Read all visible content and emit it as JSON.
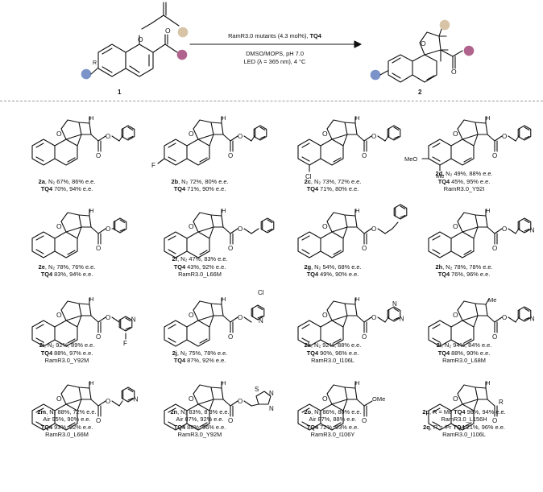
{
  "scheme": {
    "start_number": "1",
    "product_number": "2",
    "condition_line1_prefix": "RamR3.0 mutants (4.3 mol%), ",
    "condition_line1_bold": "TQ4",
    "condition_line2": "DMSO/MOPS, pH 7.0",
    "condition_line3": "LED (λ = 365 nm), 4 °C",
    "colors": {
      "naphthyl": "#7b93c9",
      "ketone": "#b0638c",
      "alkene": "#d7c4a6"
    }
  },
  "atoms": {
    "H": "H",
    "O": "O",
    "F": "F",
    "Cl": "Cl",
    "MeO": "MeO",
    "Me": "Me",
    "N": "N",
    "S": "S",
    "OMe": "OMe",
    "R": "R"
  },
  "compounds": [
    {
      "id": "2a",
      "lines": [
        {
          "code": "2a",
          "text": ", N₂ 67%, 86% e.e."
        },
        {
          "code": "TQ4",
          "text": " 70%, 94% e.e."
        }
      ]
    },
    {
      "id": "2b",
      "lines": [
        {
          "code": "2b",
          "text": ", N₂ 72%, 80% e.e."
        },
        {
          "code": "TQ4",
          "text": " 71%, 90% e.e."
        }
      ]
    },
    {
      "id": "2c",
      "lines": [
        {
          "code": "2c",
          "text": ", N₂ 73%, 72% e.e."
        },
        {
          "code": "TQ4",
          "text": " 71%, 80% e.e."
        }
      ]
    },
    {
      "id": "2d",
      "lines": [
        {
          "code": "2d",
          "text": ", N₂ 49%, 88% e.e."
        },
        {
          "code": "TQ4",
          "text": " 45%, 95% e.e."
        },
        {
          "code": "",
          "text": "RamR3.0_Y92I"
        }
      ]
    },
    {
      "id": "2e",
      "lines": [
        {
          "code": "2e",
          "text": ", N₂ 78%, 76% e.e."
        },
        {
          "code": "TQ4",
          "text": " 83%, 94% e.e."
        }
      ]
    },
    {
      "id": "2f",
      "lines": [
        {
          "code": "2f",
          "text": ", N₂ 47%, 83% e.e."
        },
        {
          "code": "TQ4",
          "text": " 43%, 92% e.e."
        },
        {
          "code": "",
          "text": "RamR3.0_L66M"
        }
      ]
    },
    {
      "id": "2g",
      "lines": [
        {
          "code": "2g",
          "text": ", N₂ 54%, 68% e.e."
        },
        {
          "code": "TQ4",
          "text": " 49%, 90% e.e."
        }
      ]
    },
    {
      "id": "2h",
      "lines": [
        {
          "code": "2h",
          "text": ", N₂ 78%, 78% e.e."
        },
        {
          "code": "TQ4",
          "text": " 76%, 96% e.e."
        }
      ]
    },
    {
      "id": "2i",
      "lines": [
        {
          "code": "2i",
          "text": ", N₂ 92%, 89% e.e."
        },
        {
          "code": "TQ4",
          "text": " 88%, 97% e.e."
        },
        {
          "code": "",
          "text": "RamR3.0_Y92M"
        }
      ]
    },
    {
      "id": "2j",
      "lines": [
        {
          "code": "2j",
          "text": ", N₂ 75%, 78% e.e."
        },
        {
          "code": "TQ4",
          "text": " 87%, 92% e.e."
        }
      ]
    },
    {
      "id": "2k",
      "lines": [
        {
          "code": "2k",
          "text": ", N₂ 92%, 88% e.e."
        },
        {
          "code": "TQ4",
          "text": " 90%, 96% e.e."
        },
        {
          "code": "",
          "text": "RamR3.0_I106L"
        }
      ]
    },
    {
      "id": "2l",
      "lines": [
        {
          "code": "2l",
          "text": ", N₂ 94%, 84% e.e."
        },
        {
          "code": "TQ4",
          "text": " 88%, 90% e.e."
        },
        {
          "code": "",
          "text": "RamR3.0_L68M"
        }
      ]
    },
    {
      "id": "2m",
      "lines": [
        {
          "code": "2m",
          "text": ", N₂ 88%, 72% e.e."
        },
        {
          "code": "",
          "text": "Air 95%, 90% e.e."
        },
        {
          "code": "TQ4",
          "text": " 93%, 92% e.e."
        },
        {
          "code": "",
          "text": "RamR3.0_L66M"
        }
      ]
    },
    {
      "id": "2n",
      "lines": [
        {
          "code": "2n",
          "text": ", N₂ 83%,  8 3% e.e."
        },
        {
          "code": "",
          "text": "Air 87%, 92% e.e."
        },
        {
          "code": "TQ4",
          "text": " 88%, 96% e.e."
        },
        {
          "code": "",
          "text": "RamR3.0_Y92M"
        }
      ]
    },
    {
      "id": "2o",
      "lines": [
        {
          "code": "2o",
          "text": ", N₂ 86%, 80% e.e."
        },
        {
          "code": "",
          "text": "Air 87%, 88% e.e."
        },
        {
          "code": "TQ4",
          "text": " 72%, 93% e.e."
        },
        {
          "code": "",
          "text": "RamR3.0_I106Y"
        }
      ]
    },
    {
      "id": "2pq",
      "lines": [
        {
          "code": "2p",
          "text": ", R = Me  ",
          "code2": "TQ4",
          "text2": " 98%, 94% e.e."
        },
        {
          "code": "",
          "text": "RamR3.0_L156H"
        },
        {
          "code": "2q",
          "text": ", R = ⁱPr  ",
          "code2": "TQ4",
          "text2": " 21%, 96% e.e."
        },
        {
          "code": "",
          "text": "RamR3.0_I106L"
        }
      ]
    }
  ]
}
